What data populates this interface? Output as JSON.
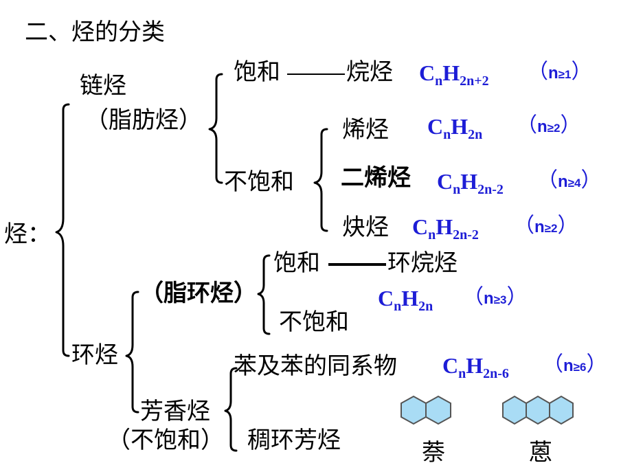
{
  "title": "二、烃的分类",
  "root": "烃：",
  "chain": {
    "label": "链烃",
    "note": "（脂肪烃）"
  },
  "saturated": {
    "label": "饱和",
    "target": "烷烃",
    "formula": {
      "c": "C",
      "cs": "n",
      "h": "H",
      "hs": "2n+2"
    },
    "cond": {
      "sym": "n",
      "op": "≥1"
    }
  },
  "unsaturated": {
    "label": "不饱和"
  },
  "alkene": {
    "label": "烯烃",
    "formula": {
      "c": "C",
      "cs": "n",
      "h": "H",
      "hs": "2n"
    },
    "cond": {
      "sym": "n",
      "op": "≥2"
    }
  },
  "diene": {
    "label": "二烯烃",
    "formula": {
      "c": "C",
      "cs": "n",
      "h": "H",
      "hs": "2n-2"
    },
    "cond": {
      "sym": "n",
      "op": "≥4"
    }
  },
  "alkyne": {
    "label": "炔烃",
    "formula": {
      "c": "C",
      "cs": "n",
      "h": "H",
      "hs": "2n-2"
    },
    "cond": {
      "sym": "n",
      "op": "≥2"
    }
  },
  "cyclic": {
    "label": "环烃"
  },
  "alicyclic": {
    "label": "（脂环烃）",
    "sat": "饱和",
    "sat_target": "环烷烃",
    "unsat": "不饱和",
    "formula": {
      "c": "C",
      "cs": "n",
      "h": "H",
      "hs": "2n"
    },
    "cond": {
      "sym": "n",
      "op": "≥3"
    }
  },
  "aromatic": {
    "label": "芳香烃",
    "note": "（不饱和）"
  },
  "benzene": {
    "label": "苯及苯的同系物",
    "formula": {
      "c": "C",
      "cs": "n",
      "h": "H",
      "hs": "2n-6"
    },
    "cond": {
      "sym": "n",
      "op": "≥6"
    }
  },
  "fused": {
    "label": "稠环芳烃"
  },
  "naphthalene": "萘",
  "anthracene": "蒽",
  "colors": {
    "formula": "#1d1dd6",
    "ring_fill": "#a9dcf5"
  }
}
